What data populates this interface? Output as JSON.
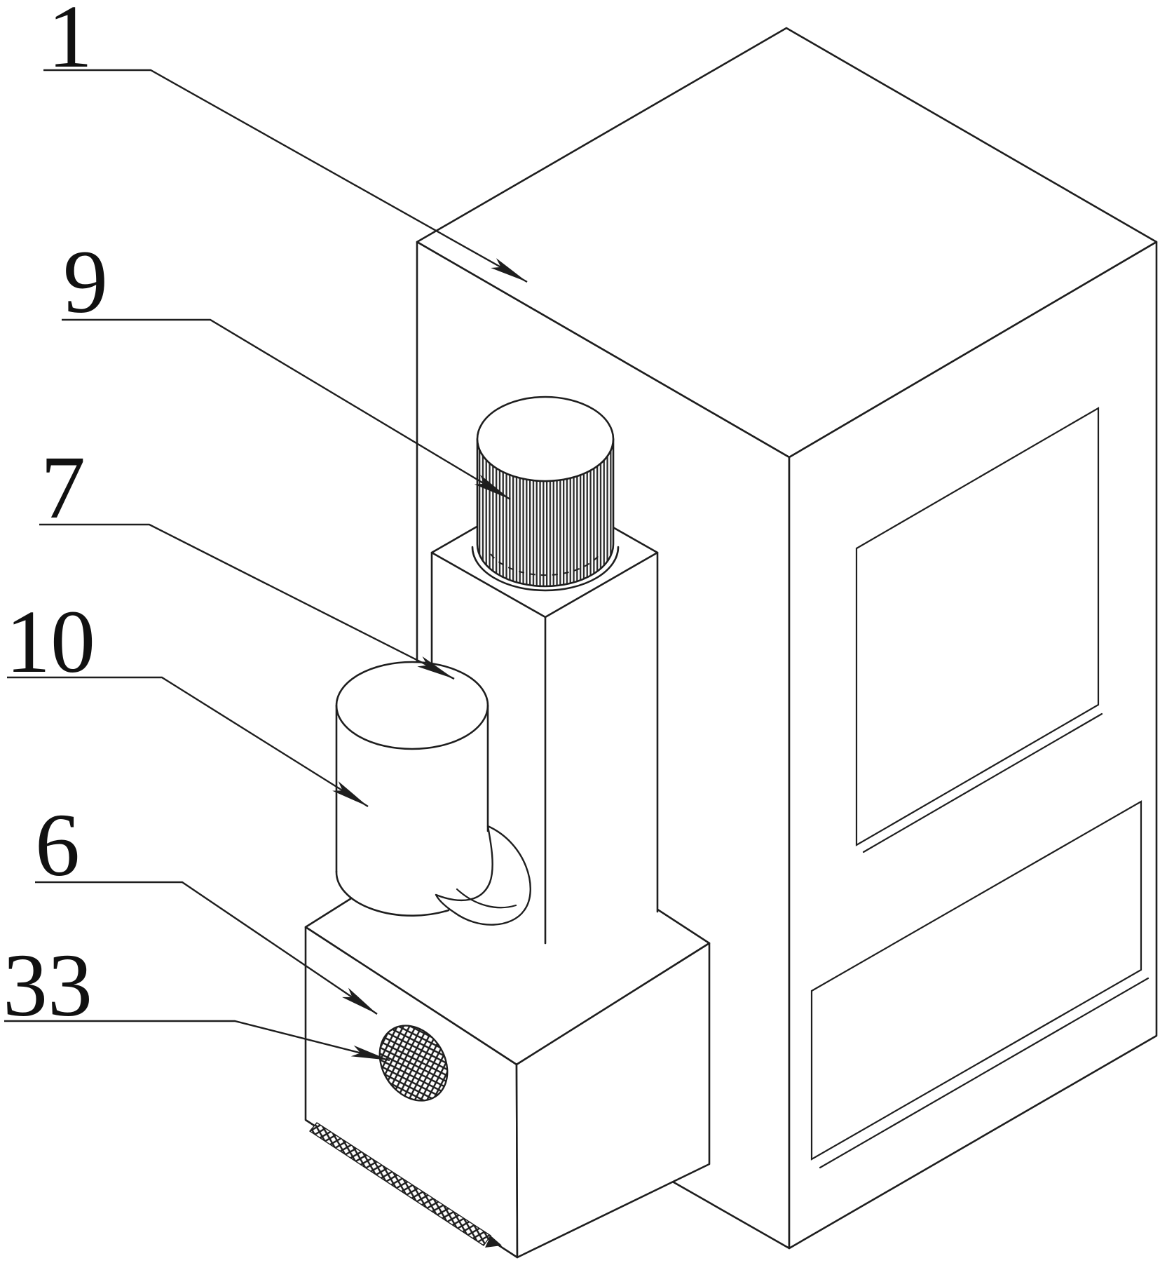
{
  "figure": {
    "kind": "patent-style isometric line drawing",
    "background_color": "#ffffff",
    "line_color": "#1e1e1e",
    "label_color": "#111111",
    "part_labels": [
      {
        "id": "part-1",
        "text": "1"
      },
      {
        "id": "part-9",
        "text": "9"
      },
      {
        "id": "part-7",
        "text": "7"
      },
      {
        "id": "part-10",
        "text": "10"
      },
      {
        "id": "part-6",
        "text": "6"
      },
      {
        "id": "part-33",
        "text": "33"
      }
    ]
  }
}
